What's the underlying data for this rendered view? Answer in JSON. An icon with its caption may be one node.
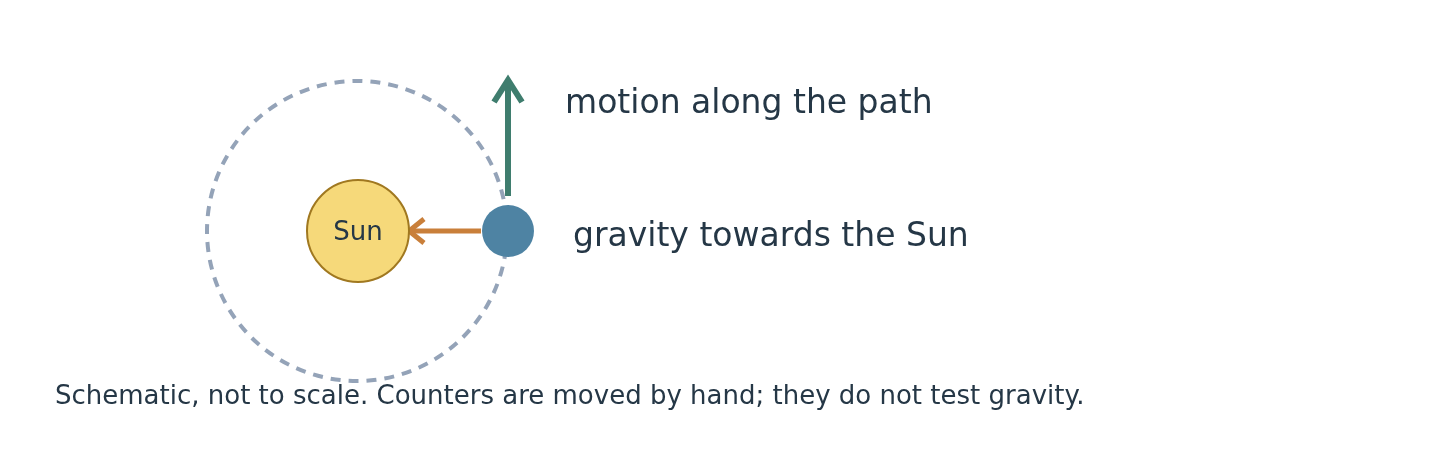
{
  "diagram": {
    "caption": "Schematic, not to scale. Counters are moved by hand; they do not test gravity.",
    "nodes": [
      {
        "text": [
          "Sun"
        ]
      },
      {
        "text": [],
        "shape": "circle"
      }
    ],
    "edges": [
      {
        "from": 1,
        "to": 0,
        "arrow": "to"
      }
    ],
    "labels": [
      "motion along the path",
      "gravity towards the Sun"
    ]
  }
}
